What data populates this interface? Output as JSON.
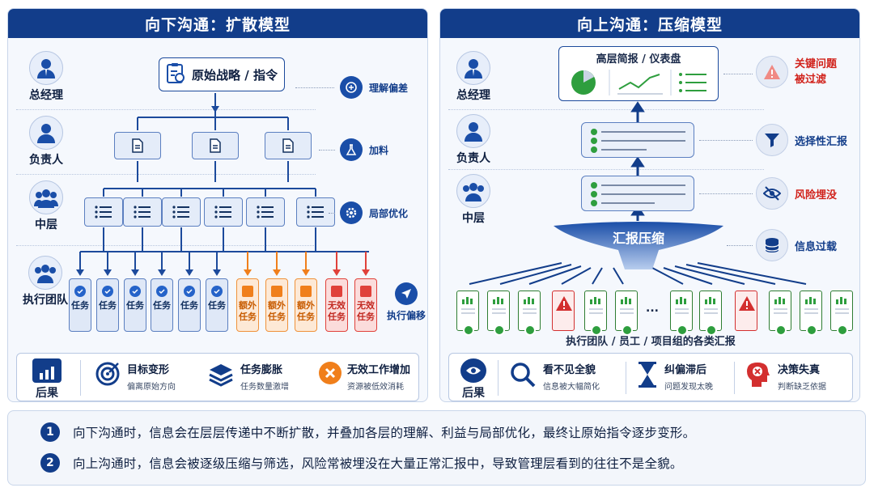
{
  "left": {
    "title": "向下沟通：扩散模型",
    "roles": [
      "总经理",
      "负责人",
      "中层",
      "执行团队"
    ],
    "top_box": "原始战略 / 指令",
    "side_labels": [
      "理解偏差",
      "加料",
      "局部优化",
      "执行偏移"
    ],
    "tasks": [
      {
        "label": "任务",
        "kind": "normal"
      },
      {
        "label": "任务",
        "kind": "normal"
      },
      {
        "label": "任务",
        "kind": "normal"
      },
      {
        "label": "任务",
        "kind": "normal"
      },
      {
        "label": "任务",
        "kind": "normal"
      },
      {
        "label": "任务",
        "kind": "normal"
      },
      {
        "label": "额外任务",
        "kind": "orange"
      },
      {
        "label": "额外任务",
        "kind": "orange"
      },
      {
        "label": "额外任务",
        "kind": "orange"
      },
      {
        "label": "无效任务",
        "kind": "red"
      },
      {
        "label": "无效任务",
        "kind": "red"
      }
    ],
    "result": {
      "label": "后果",
      "items": [
        {
          "title": "目标变形",
          "desc": "偏离原始方向"
        },
        {
          "title": "任务膨胀",
          "desc": "任务数量激增"
        },
        {
          "title": "无效工作增加",
          "desc": "资源被低效消耗"
        }
      ]
    }
  },
  "right": {
    "title": "向上沟通：压缩模型",
    "roles": [
      "总经理",
      "负责人",
      "中层"
    ],
    "top_box": "高层简报 / 仪表盘",
    "funnel": "汇报压缩",
    "side_labels": [
      "关键问题被过滤",
      "选择性汇报",
      "风险埋没",
      "信息过载"
    ],
    "ellipsis": "...",
    "bottom_caption": "执行团队 / 员工 / 项目组的各类汇报",
    "result": {
      "label": "后果",
      "items": [
        {
          "title": "看不见全貌",
          "desc": "信息被大幅简化"
        },
        {
          "title": "纠偏滞后",
          "desc": "问题发现太晚"
        },
        {
          "title": "决策失真",
          "desc": "判断缺乏依据"
        }
      ]
    }
  },
  "summary": [
    {
      "num": "1",
      "text": "向下沟通时，信息会在层层传递中不断扩散，并叠加各层的理解、利益与局部优化，最终让原始指令逐步变形。"
    },
    {
      "num": "2",
      "text": "向上沟通时，信息会被逐级压缩与筛选，风险常被埋没在大量正常汇报中，导致管理层看到的往往不是全貌。"
    }
  ]
}
